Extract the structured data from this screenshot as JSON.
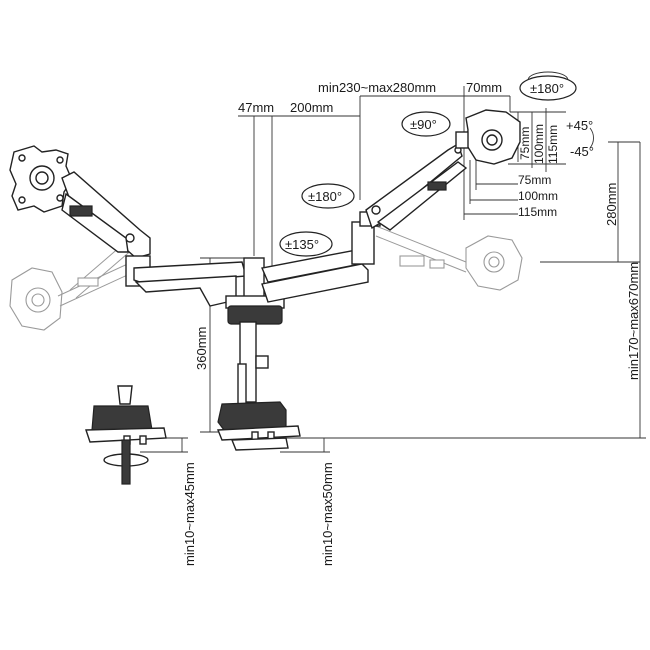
{
  "labels": {
    "arm_reach": "min230~max280mm",
    "offset_70": "70mm",
    "rotate_180_top": "±180°",
    "height_47": "47mm",
    "width_200": "200mm",
    "rotate_90": "±90°",
    "tilt_plus": "+45°",
    "tilt_minus": "-45°",
    "vesa_v75": "75mm",
    "vesa_v100": "100mm",
    "vesa_v115": "115mm",
    "vesa_h75": "75mm",
    "vesa_h100": "100mm",
    "vesa_h115": "115mm",
    "swivel_180_mid": "±180°",
    "swivel_135": "±135°",
    "height_280": "280mm",
    "pole_360": "360mm",
    "total_height": "min170~max670mm",
    "grommet_clamp": "min10~max45mm",
    "desk_clamp": "min10~max50mm"
  }
}
